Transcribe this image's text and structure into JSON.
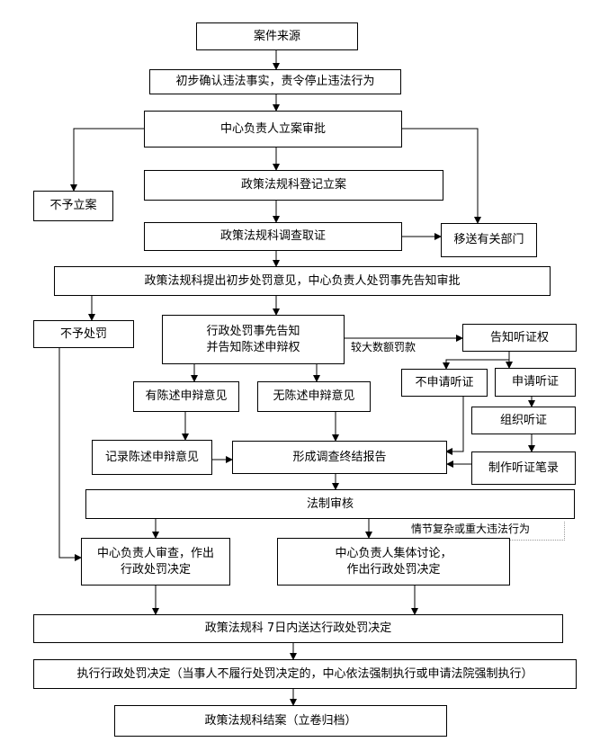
{
  "flowchart": {
    "case_source": "案件来源",
    "initial_confirm": "初步确认违法事实，责令停止违法行为",
    "center_head_approval": "中心负责人立案审批",
    "not_file": "不予立案",
    "policy_register": "政策法规科登记立案",
    "policy_investigate": "政策法规科调查取证",
    "transfer_dept": "移送有关部门",
    "preliminary_opinion": "政策法规科提出初步处罚意见，中心负责人处罚事先告知审批",
    "no_penalty": "不予处罚",
    "prior_notice_line1": "行政处罚事先告知",
    "prior_notice_line2": "并告知陈述申辩权",
    "large_fine_label": "较大数额罚款",
    "hearing_notice": "告知听证权",
    "no_hearing_request": "不申请听证",
    "hearing_request": "申请听证",
    "has_statement": "有陈述申辩意见",
    "no_statement": "无陈述申辩意见",
    "organize_hearing": "组织听证",
    "record_statement": "记录陈述申辩意见",
    "final_report": "形成调查终结报告",
    "hearing_transcript": "制作听证笔录",
    "legal_review": "法制审核",
    "complex_case_label": "情节复杂或重大违法行为",
    "head_review_line1": "中心负责人审查，作出",
    "head_review_line2": "行政处罚决定",
    "collective_line1": "中心负责人集体讨论，",
    "collective_line2": "作出行政处罚决定",
    "deliver_decision": "政策法规科 7日内送达行政处罚决定",
    "execute_decision": "执行行政处罚决定（当事人不履行处罚决定的，中心依法强制执行或申请法院强制执行）",
    "close_case": "政策法规科结案（立卷归档）"
  }
}
